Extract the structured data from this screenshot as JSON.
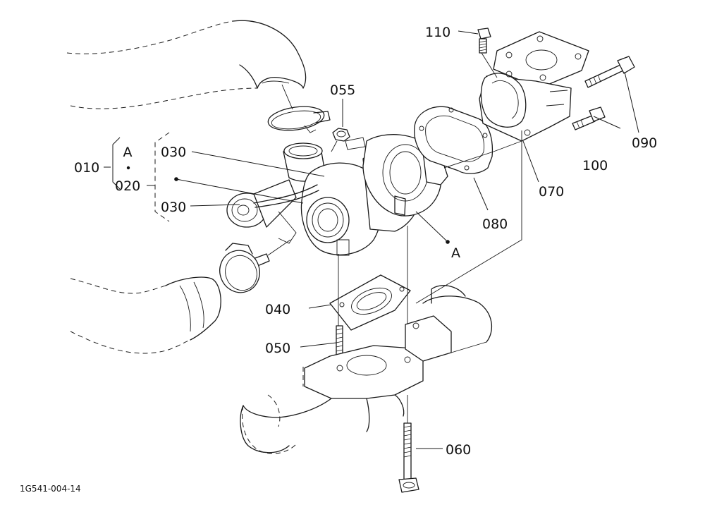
{
  "parts": {
    "p010": "010",
    "p020": "020",
    "p030a": "030",
    "p030b": "030",
    "p040": "040",
    "p050": "050",
    "p055": "055",
    "p060": "060",
    "p070": "070",
    "p080": "080",
    "p090": "090",
    "p100": "100",
    "p110": "110"
  },
  "markers": {
    "group_a": "A",
    "ref_a": "A"
  },
  "drawing_code": "1G541-004-14"
}
